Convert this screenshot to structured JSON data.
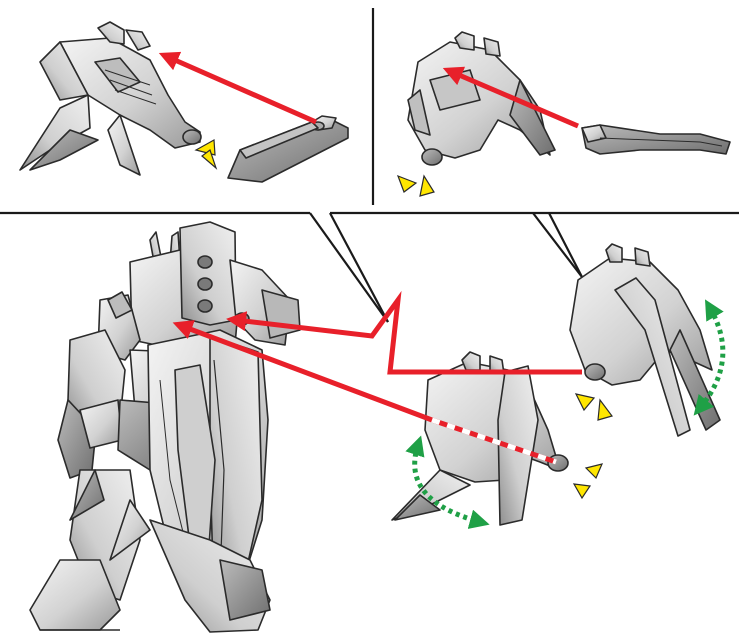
{
  "figure": {
    "kind": "assembly instruction illustration",
    "panels": [
      "top-left",
      "top-right",
      "main"
    ],
    "colors": {
      "background": "#ffffff",
      "frame_line": "#1a1a1a",
      "part_fill": "#d9d9d9",
      "part_light": "#f2f2f2",
      "part_dark": "#8f8f8f",
      "part_outline": "#2b2b2b",
      "arrow_red": "#e8202a",
      "dash_white": "#ffffff",
      "rotation_green": "#1fa046",
      "pointer_yellow": "#ffe600"
    },
    "icons": {
      "insert_arrow": "red-arrow-icon",
      "rotation_arrow": "green-dotted-curved-arrow-icon",
      "pointer_marks": "yellow-triangle-icon"
    }
  }
}
